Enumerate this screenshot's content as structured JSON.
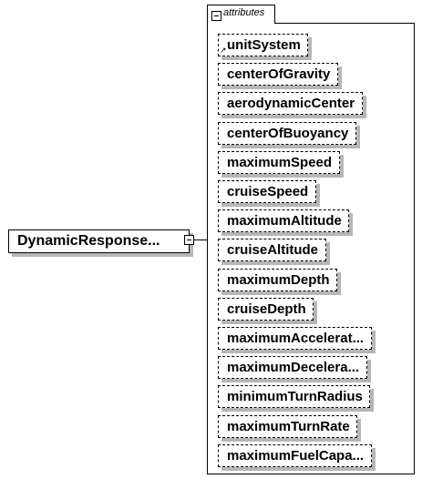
{
  "root_element": {
    "label": "DynamicResponse..."
  },
  "group": {
    "label": "attributes"
  },
  "attributes": [
    {
      "label": "unitSystem",
      "reference": true
    },
    {
      "label": "centerOfGravity"
    },
    {
      "label": "aerodynamicCenter"
    },
    {
      "label": "centerOfBuoyancy"
    },
    {
      "label": "maximumSpeed"
    },
    {
      "label": "cruiseSpeed"
    },
    {
      "label": "maximumAltitude"
    },
    {
      "label": "cruiseAltitude"
    },
    {
      "label": "maximumDepth"
    },
    {
      "label": "cruiseDepth"
    },
    {
      "label": "maximumAccelerat..."
    },
    {
      "label": "maximumDecelera..."
    },
    {
      "label": "minimumTurnRadius"
    },
    {
      "label": "maximumTurnRate"
    },
    {
      "label": "maximumFuelCapa..."
    }
  ]
}
